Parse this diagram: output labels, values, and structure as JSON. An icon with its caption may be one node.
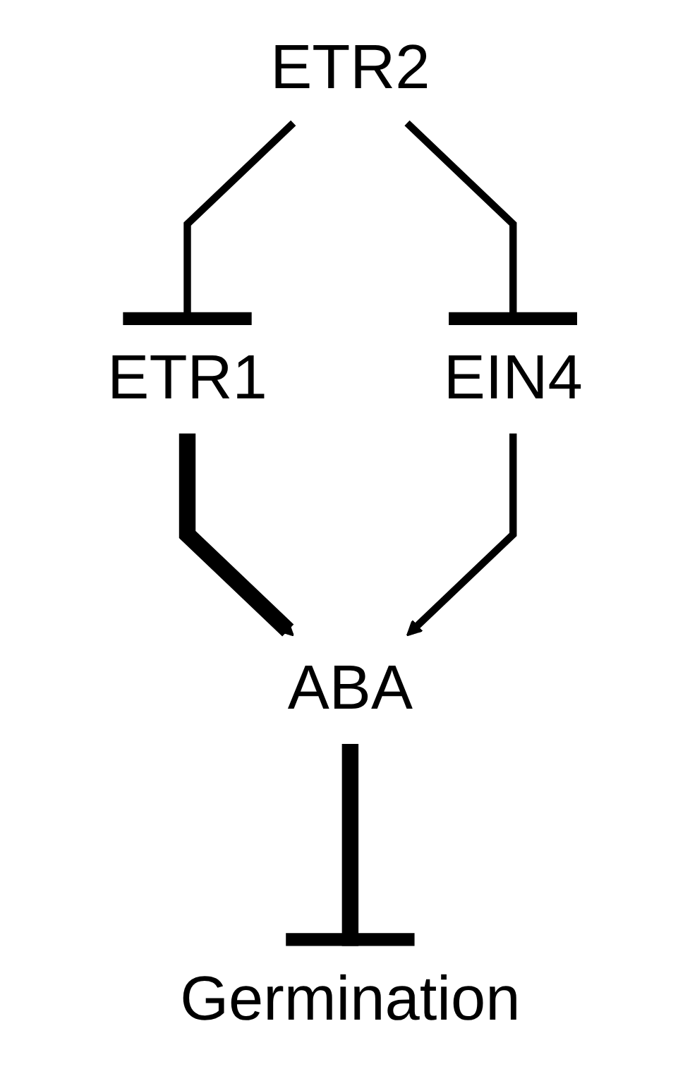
{
  "diagram": {
    "nodes": [
      {
        "text": [
          "ETR2"
        ]
      },
      {
        "text": [
          "ETR1"
        ]
      },
      {
        "text": [
          "EIN4"
        ]
      },
      {
        "text": [
          "ABA"
        ]
      },
      {
        "text": [
          "Germination"
        ]
      }
    ],
    "edges": [
      {
        "from": 0,
        "to": 1,
        "arrow": "other"
      },
      {
        "from": 0,
        "to": 2,
        "arrow": "other"
      },
      {
        "from": 1,
        "to": 3,
        "arrow": "to",
        "style": "thick"
      },
      {
        "from": 2,
        "to": 3,
        "arrow": "to"
      },
      {
        "from": 3,
        "to": 4,
        "arrow": "other",
        "style": "thick"
      }
    ]
  }
}
